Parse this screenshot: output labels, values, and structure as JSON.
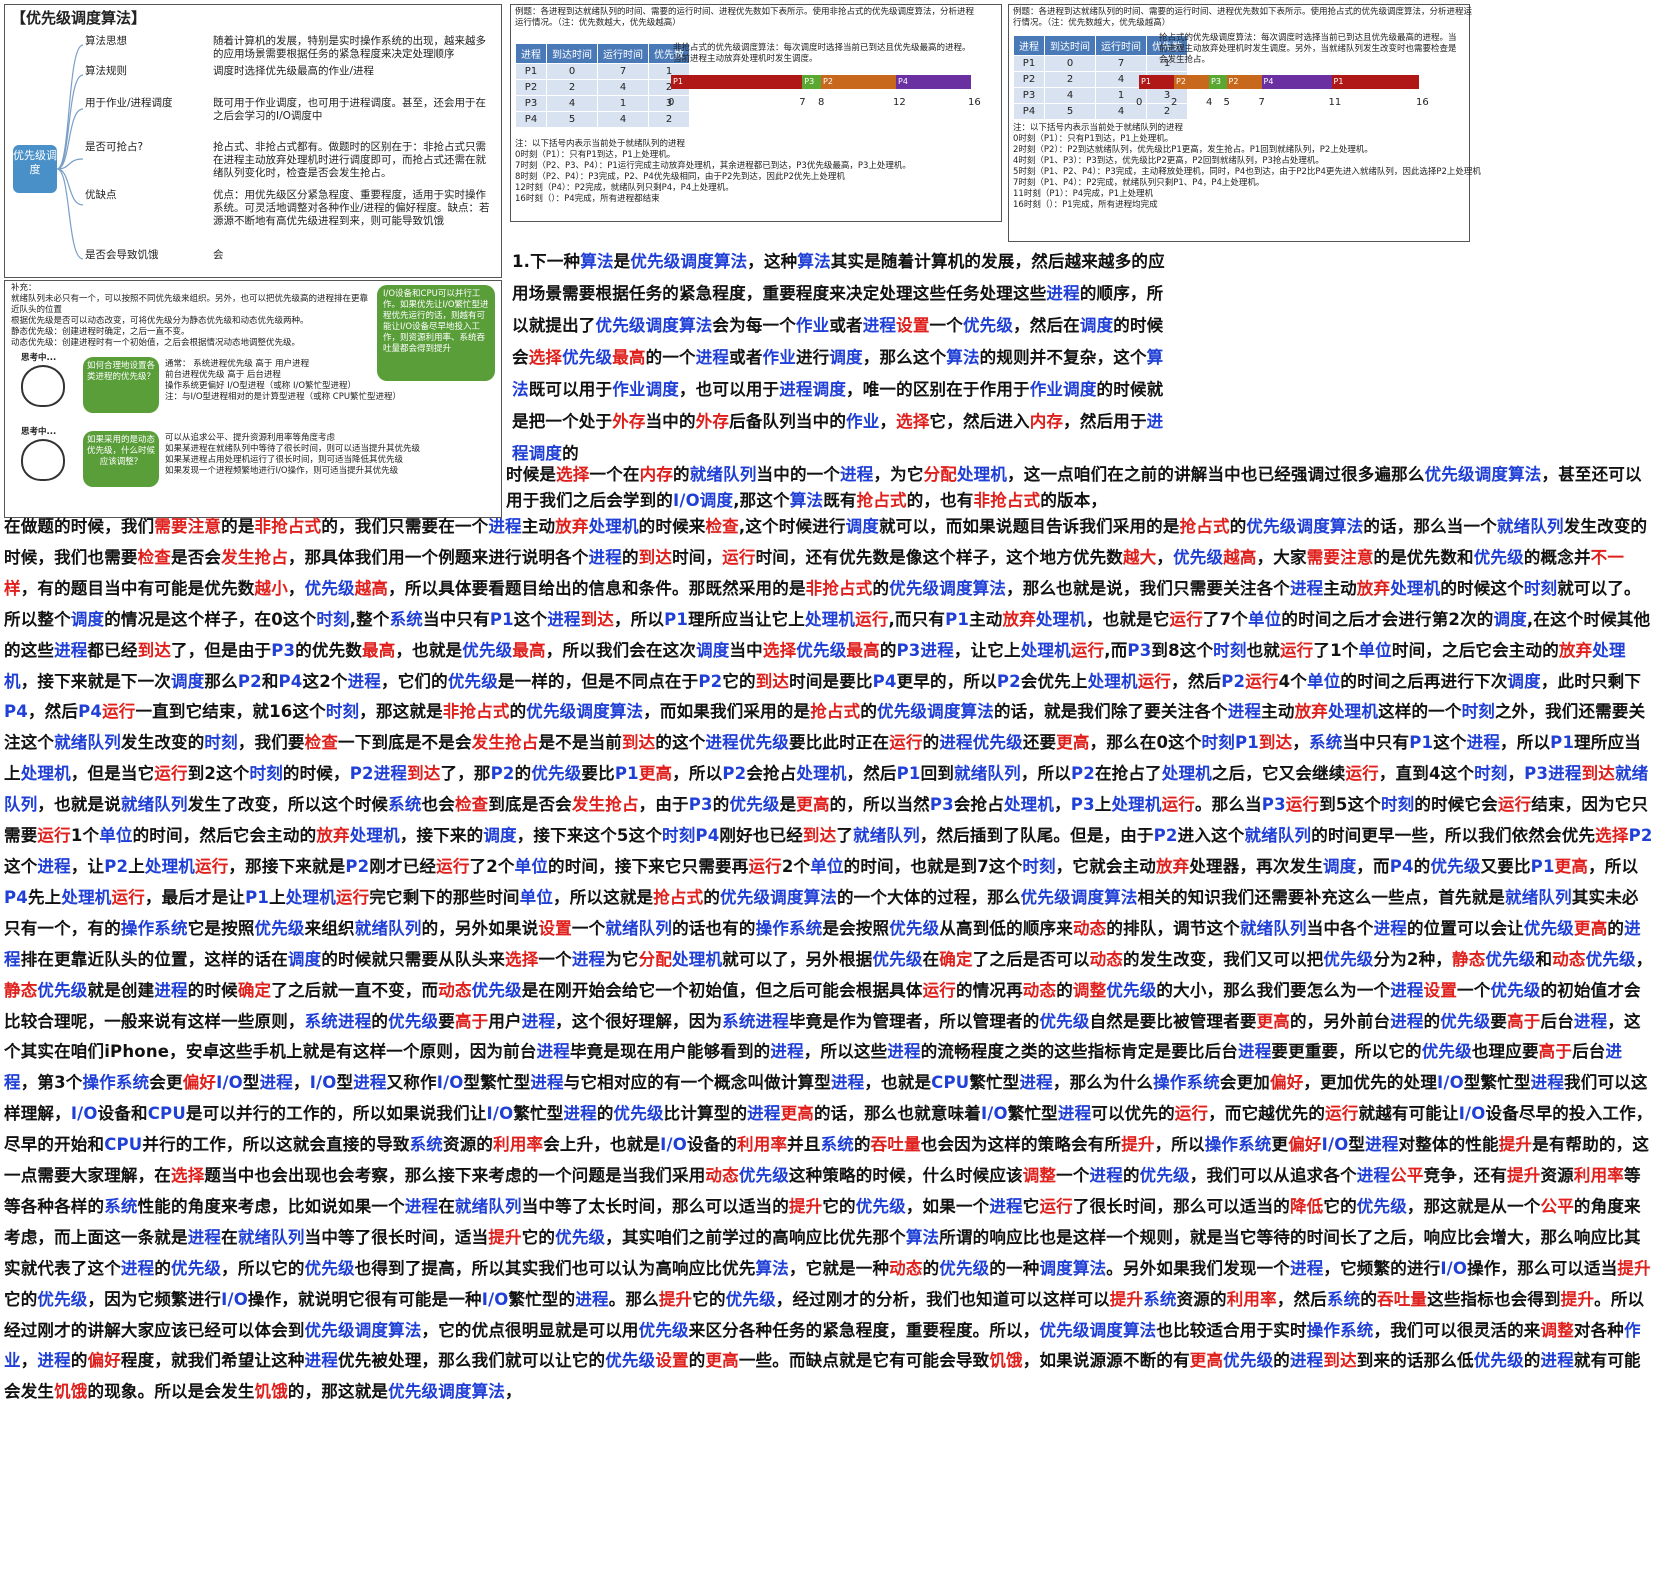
{
  "mindmap": {
    "title": "【优先级调度算法】",
    "root": "优先级调度",
    "rows": [
      {
        "label": "算法思想",
        "value": "随着计算机的发展，特别是实时操作系统的出现，越来越多的应用场景需要根据任务的紧急程度来决定处理顺序"
      },
      {
        "label": "算法规则",
        "value": "调度时选择优先级最高的作业/进程"
      },
      {
        "label": "用于作业/进程调度",
        "value": "既可用于作业调度，也可用于进程调度。甚至，还会用于在之后会学习的I/O调度中"
      },
      {
        "label": "是否可抢占?",
        "value": "抢占式、非抢占式都有。做题时的区别在于：非抢占式只需在进程主动放弃处理机时进行调度即可，而抢占式还需在就绪队列变化时，检查是否会发生抢占。"
      },
      {
        "label": "优缺点",
        "value": "优点：用优先级区分紧急程度、重要程度，适用于实时操作系统。可灵活地调整对各种作业/进程的偏好程度。缺点：若源源不断地有高优先级进程到来，则可能导致饥饿"
      },
      {
        "label": "是否会导致饥饿",
        "value": "会"
      }
    ]
  },
  "supp": {
    "lines": [
      "补充：",
      "就绪队列未必只有一个，可以按照不同优先级来组织。另外，也可以把优先级高的进程排在更靠近队头的位置",
      "根据优先级是否可以动态改变，可将优先级分为静态优先级和动态优先级两种。",
      "静态优先级：创建进程时确定，之后一直不变。",
      "动态优先级：创建进程时有一个初始值，之后会根据情况动态地调整优先级。"
    ],
    "io_bubble": "I/O设备和CPU可以并行工作。如果优先让I/O繁忙型进程优先运行的话，则越有可能让I/O设备尽早地投入工作，则资源利用率、系统吞吐量都会得到提升",
    "think_label": "思考中...",
    "q1": "如何合理地设置各类进程的优先级？",
    "a1": [
      "通常：  系统进程优先级 高于 用户进程",
      "前台进程优先级 高于 后台进程",
      "操作系统更偏好 I/O型进程（或称 I/O繁忙型进程）",
      "注：与I/O型进程相对的是计算型进程（或称 CPU繁忙型进程）"
    ],
    "q2": "如果采用的是动态优先级，什么时候应该调整？",
    "a2": [
      "可以从追求公平、提升资源利用率等角度考虑",
      "如果某进程在就绪队列中等待了很长时间，则可以适当提升其优先级",
      "如果某进程占用处理机运行了很长时间，则可适当降低其优先级",
      "如果发现一个进程频繁地进行I/O操作，则可适当提升其优先级"
    ]
  },
  "ex1": {
    "title": "例题：各进程到达就绪队列的时间、需要的运行时间、进程优先数如下表所示。使用非抢占式的优先级调度算法，分析进程运行情况。（注：优先数越大，优先级越高）",
    "headers": [
      "进程",
      "到达时间",
      "运行时间",
      "优先数"
    ],
    "rows": [
      [
        "P1",
        "0",
        "7",
        "1"
      ],
      [
        "P2",
        "2",
        "4",
        "2"
      ],
      [
        "P3",
        "4",
        "1",
        "3"
      ],
      [
        "P4",
        "5",
        "4",
        "2"
      ]
    ],
    "desc": "非抢占式的优先级调度算法：每次调度时选择当前已到达且优先级最高的进程。当前进程主动放弃处理机时发生调度。",
    "gantt": [
      {
        "label": "P1",
        "start": 0,
        "end": 7,
        "color": "#b01818"
      },
      {
        "label": "P3",
        "start": 7,
        "end": 8,
        "color": "#5aa832"
      },
      {
        "label": "P2",
        "start": 8,
        "end": 12,
        "color": "#c8681c"
      },
      {
        "label": "P4",
        "start": 12,
        "end": 16,
        "color": "#6a2fa0"
      }
    ],
    "ticks": [
      "0",
      "7",
      "8",
      "12",
      "16"
    ],
    "notes": [
      "注：以下括号内表示当前处于就绪队列的进程",
      "0时刻（P1）：只有P1到达，P1上处理机。",
      "7时刻（P2、P3、P4）：P1运行完成主动放弃处理机，其余进程都已到达，P3优先级最高，P3上处理机。",
      "8时刻（P2、P4）：P3完成，P2、P4优先级相同，由于P2先到达，因此P2优先上处理机",
      "12时刻（P4）：P2完成，就绪队列只剩P4，P4上处理机。",
      "16时刻（）：P4完成，所有进程都结束"
    ]
  },
  "ex2": {
    "title": "例题：各进程到达就绪队列的时间、需要的运行时间、进程优先数如下表所示。使用抢占式的优先级调度算法，分析进程运行情况。（注：优先数越大，优先级越高）",
    "headers": [
      "进程",
      "到达时间",
      "运行时间",
      "优先数"
    ],
    "rows": [
      [
        "P1",
        "0",
        "7",
        "1"
      ],
      [
        "P2",
        "2",
        "4",
        "2"
      ],
      [
        "P3",
        "4",
        "1",
        "3"
      ],
      [
        "P4",
        "5",
        "4",
        "2"
      ]
    ],
    "desc": "抢占式的优先级调度算法：每次调度时选择当前已到达且优先级最高的进程。当前进程主动放弃处理机时发生调度。另外，当就绪队列发生改变时也需要检查是会发生抢占。",
    "gantt": [
      {
        "label": "P1",
        "start": 0,
        "end": 2,
        "color": "#b01818"
      },
      {
        "label": "P2",
        "start": 2,
        "end": 4,
        "color": "#c8681c"
      },
      {
        "label": "P3",
        "start": 4,
        "end": 5,
        "color": "#5aa832"
      },
      {
        "label": "P2",
        "start": 5,
        "end": 7,
        "color": "#c8681c"
      },
      {
        "label": "P4",
        "start": 7,
        "end": 11,
        "color": "#6a2fa0"
      },
      {
        "label": "P1",
        "start": 11,
        "end": 16,
        "color": "#b01818"
      }
    ],
    "ticks": [
      "0",
      "2",
      "4",
      "5",
      "7",
      "11",
      "16"
    ],
    "notes": [
      "注：以下括号内表示当前处于就绪队列的进程",
      "0时刻（P1）：只有P1到达，P1上处理机。",
      "2时刻（P2）：P2到达就绪队列，优先级比P1更高，发生抢占。P1回到就绪队列，P2上处理机。",
      "4时刻（P1、P3）：P3到达，优先级比P2更高，P2回到就绪队列，P3抢占处理机。",
      "5时刻（P1、P2、P4）：P3完成，主动释放处理机，同时，P4也到达，由于P2比P4更先进入就绪队列，因此选择P2上处理机",
      "7时刻（P1、P4）：P2完成，就绪队列只剩P1、P4，P4上处理机。",
      "11时刻（P1）：P4完成，P1上处理机",
      "16时刻（）：P1完成，所有进程均完成"
    ]
  },
  "text": {
    "p1": "1.下一种算法是优先级调度算法，这种算法其实是随着计算机的发展，然后越来越多的应用场景需要根据任务的紧急程度，重要程度来决定处理这些任务处理这些进程的顺序，所以就提出了优先级调度算法会为每一个作业或者进程设置一个优先级，然后在调度的时候会选择优先级最高的一个进程或者作业进行调度，那么这个算法的规则并不复杂，这个算法既可以用于作业调度，也可以用于进程调度，唯一的区别在于作用于作业调度的时候就是把一个处于外存当中的外存后备队列当中的作业，选择它，然后进入内存，然后用于进程调度的",
    "p2": "时候是选择一个在内存的就绪队列当中的一个进程，为它分配处理机，这一点咱们在之前的讲解当中也已经强调过很多遍那么优先级调度算法，甚至还可以用于我们之后会学到的I/O调度,那这个算法既有抢占式的，也有非抢占式的版本，",
    "p3": "在做题的时候，我们需要注意的是非抢占式的，我们只需要在一个进程主动放弃处理机的时候来检查,这个时候进行调度就可以，而如果说题目告诉我们采用的是抢占式的优先级调度算法的话，那么当一个就绪队列发生改变的时候，我们也需要检查是否会发生抢占，那具体我们用一个例题来进行说明各个进程的到达时间，运行时间，还有优先数是像这个样子，这个地方优先数越大，优先级越高，大家需要注意的是优先数和优先级的概念并不一样，有的题目当中有可能是优先数越小，优先级越高，所以具体要看题目给出的信息和条件。那既然采用的是非抢占式的优先级调度算法，那么也就是说，我们只需要关注各个进程主动放弃处理机的时候这个时刻就可以了。所以整个调度的情况是这个样子，在0这个时刻,整个系统当中只有P1这个进程到达，所以P1理所应当让它上处理机运行,而只有P1主动放弃处理机，也就是它运行了7个单位的时间之后才会进行第2次的调度,在这个时候其他的这些进程都已经到达了，但是由于P3的优先数最高，也就是优先级最高，所以我们会在这次调度当中选择优先级最高的P3进程，让它上处理机运行,而P3到8这个时刻也就运行了1个单位时间，之后它会主动的放弃处理机，接下来就是下一次调度那么P2和P4这2个进程，它们的优先级是一样的，但是不同点在于P2它的到达时间是要比P4更早的，所以P2会优先上处理机运行，然后P2运行4个单位的时间之后再进行下次调度，此时只剩下P4，然后P4运行一直到它结束，就16这个时刻，那这就是非抢占式的优先级调度算法，而如果我们采用的是抢占式的优先级调度算法的话，就是我们除了要关注各个进程主动放弃处理机这样的一个时刻之外，我们还需要关注这个就绪队列发生改变的时刻，我们要检查一下到底是不是会发生抢占是不是当前到达的这个进程优先级要比此时正在运行的进程优先级还要更高，那么在0这个时刻P1到达，系统当中只有P1这个进程，所以P1理所应当上处理机，但是当它运行到2这个时刻的时候，P2进程到达了，那P2的优先级要比P1更高，所以P2会抢占处理机，然后P1回到就绪队列，所以P2在抢占了处理机之后，它又会继续运行，直到4这个时刻，P3进程到达就绪队列，也就是说就绪队列发生了改变，所以这个时候系统也会检查到底是否会发生抢占，由于P3的优先级是更高的，所以当然P3会抢占处理机，P3上处理机运行。那么当P3运行到5这个时刻的时候它会运行结束，因为它只需要运行1个单位的时间，然后它会主动的放弃处理机，接下来的调度，接下来这个5这个时刻P4刚好也已经到达了就绪队列，然后插到了队尾。但是，由于P2进入这个就绪队列的时间更早一些，所以我们依然会优先选择P2这个进程，让P2上处理机运行，那接下来就是P2刚才已经运行了2个单位的时间，接下来它只需要再运行2个单位的时间，也就是到7这个时刻，它就会主动放弃处理器，再次发生调度，而P4的优先级又要比P1更高，所以P4先上处理机运行，最后才是让P1上处理机运行完它剩下的那些时间单位，所以这就是抢占式的优先级调度算法的一个大体的过程，那么优先级调度算法相关的知识我们还需要补充这么一些点，首先就是就绪队列其实未必只有一个，有的操作系统它是按照优先级来组织就绪队列的，另外如果说设置一个就绪队列的话也有的操作系统是会按照优先级从高到低的顺序来动态的排队，调节这个就绪队列当中各个进程的位置可以会让优先级更高的进程排在更靠近队头的位置，这样的话在调度的时候就只需要从队头来选择一个进程为它分配处理机就可以了，另外根据优先级在确定了之后是否可以动态的发生改变，我们又可以把优先级分为2种，静态优先级和动态优先级，静态优先级就是创建进程的时候确定了之后就一直不变，而动态优先级是在刚开始会给它一个初始值，但之后可能会根据具体运行的情况再动态的调整优先级的大小，那么我们要怎么为一个进程设置一个优先级的初始值才会比较合理呢，一般来说有这样一些原则，系统进程的优先级要高于用户进程，这个很好理解，因为系统进程毕竟是作为管理者，所以管理者的优先级自然是要比被管理者要更高的，另外前台进程的优先级要高于后台进程，这个其实在咱们iPhone，安卓这些手机上就是有这样一个原则，因为前台进程毕竟是现在用户能够看到的进程，所以这些进程的流畅程度之类的这些指标肯定是要比后台进程要更重要，所以它的优先级也理应要高于后台进程，第3个操作系统会更偏好I/O型进程，I/O型进程又称作I/O型繁忙型进程与它相对应的有一个概念叫做计算型进程，也就是CPU繁忙型进程，那么为什么操作系统会更加偏好，更加优先的处理I/O型繁忙型进程我们可以这样理解，I/O设备和CPU是可以并行的工作的，所以如果说我们让I/O繁忙型进程的优先级比计算型的进程更高的话，那么也就意味着I/O繁忙型进程可以优先的运行，而它越优先的运行就越有可能让I/O设备尽早的投入工作，尽早的开始和CPU并行的工作，所以这就会直接的导致系统资源的利用率会上升，也就是I/O设备的利用率并且系统的吞吐量也会因为这样的策略会有所提升，所以操作系统更偏好I/O型进程对整体的性能提升是有帮助的，这一点需要大家理解，在选择题当中也会出现也会考察，那么接下来考虑的一个问题是当我们采用动态优先级这种策略的时候，什么时候应该调整一个进程的优先级，我们可以从追求各个进程公平竞争，还有提升资源利用率等等各种各样的系统性能的角度来考虑，比如说如果一个进程在就绪队列当中等了太长时间，那么可以适当的提升它的优先级，如果一个进程它运行了很长时间，那么可以适当的降低它的优先级，那这就是从一个公平的角度来考虑，而上面这一条就是进程在就绪队列当中等了很长时间，适当提升它的优先级，其实咱们之前学过的高响应比优先那个算法所谓的响应比也是这样一个规则，就是当它等待的时间长了之后，响应比会增大，那么响应比其实就代表了这个进程的优先级，所以它的优先级也得到了提高，所以其实我们也可以认为高响应比优先算法，它就是一种动态的优先级的一种调度算法。另外如果我们发现一个进程，它频繁的进行I/O操作，那么可以适当提升它的优先级，因为它频繁进行I/O操作，就说明它很有可能是一种I/O繁忙型的进程。那么提升它的优先级，经过刚才的分析，我们也知道可以这样可以提升系统资源的利用率，然后系统的吞吐量这些指标也会得到提升。所以经过刚才的讲解大家应该已经可以体会到优先级调度算法，它的优点很明显就是可以用优先级来区分各种任务的紧急程度，重要程度。所以，优先级调度算法也比较适合用于实时操作系统，我们可以很灵活的来调整对各种作业，进程的偏好程度，就我们希望让这种进程优先被处理，那么我们就可以让它的优先级设置的更高一些。而缺点就是它有可能会导致饥饿，如果说源源不断的有更高优先级的进程到达到来的话那么低优先级的进程就有可能会发生饥饿的现象。所以是会发生饥饿的，那这就是优先级调度算法，"
  },
  "colors": {
    "blue": "#1f3fd6",
    "red": "#e0201c",
    "table_header": "#4a79b8",
    "table_cell": "#d9e2f0",
    "bubble": "#5a9e3a"
  }
}
